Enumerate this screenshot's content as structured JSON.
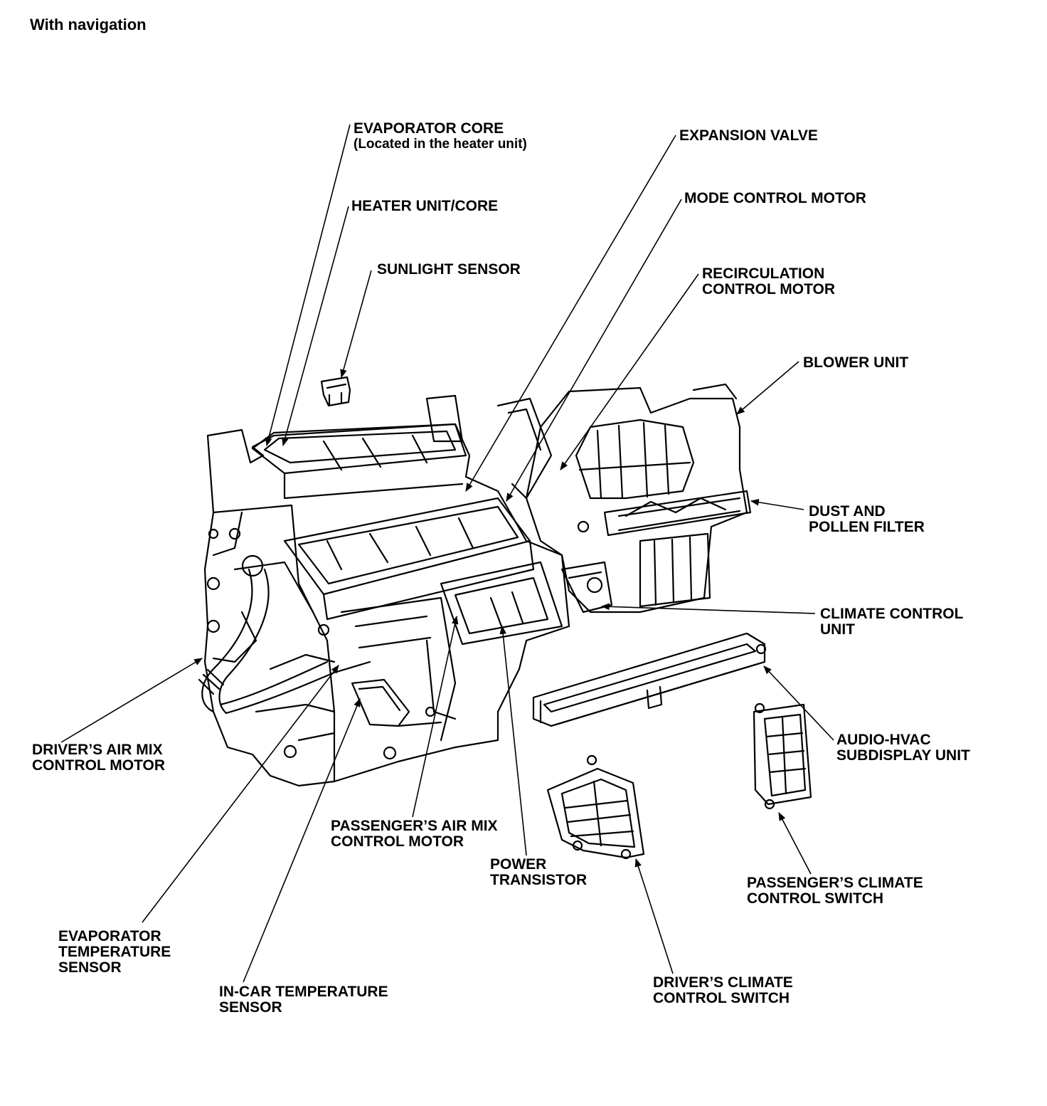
{
  "heading": "With navigation",
  "labels": {
    "evaporator_core": [
      "EVAPORATOR CORE",
      "(Located in the heater unit)"
    ],
    "heater_unit_core": [
      "HEATER UNIT/CORE"
    ],
    "sunlight_sensor": [
      "SUNLIGHT SENSOR"
    ],
    "expansion_valve": [
      "EXPANSION VALVE"
    ],
    "mode_control_motor": [
      "MODE CONTROL MOTOR"
    ],
    "recirculation_control_motor": [
      "RECIRCULATION",
      "CONTROL MOTOR"
    ],
    "blower_unit": [
      "BLOWER UNIT"
    ],
    "dust_pollen_filter": [
      "DUST AND",
      "POLLEN FILTER"
    ],
    "climate_control_unit": [
      "CLIMATE CONTROL",
      "UNIT"
    ],
    "audio_hvac_subdisplay": [
      "AUDIO-HVAC",
      "SUBDISPLAY UNIT"
    ],
    "drivers_air_mix": [
      "DRIVER’S AIR MIX",
      "CONTROL MOTOR"
    ],
    "passengers_air_mix": [
      "PASSENGER’S AIR MIX",
      "CONTROL MOTOR"
    ],
    "power_transistor": [
      "POWER",
      "TRANSISTOR"
    ],
    "passengers_climate_switch": [
      "PASSENGER’S CLIMATE",
      "CONTROL SWITCH"
    ],
    "evaporator_temp_sensor": [
      "EVAPORATOR",
      "TEMPERATURE",
      "SENSOR"
    ],
    "in_car_temp_sensor": [
      "IN-CAR TEMPERATURE",
      "SENSOR"
    ],
    "drivers_climate_switch": [
      "DRIVER’S CLIMATE",
      "CONTROL SWITCH"
    ]
  }
}
